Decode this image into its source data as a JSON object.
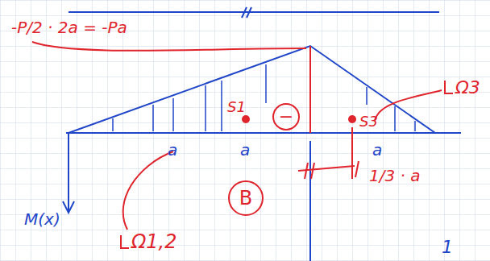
{
  "diagram": {
    "nodes": [
      {
        "text": [
          "−"
        ]
      },
      {
        "text": [
          "B"
        ]
      }
    ],
    "labels": [
      "-P/2 · 2a = -Pa",
      "Ω3",
      "S1",
      "S3",
      "a",
      "a",
      "a",
      "1/3 · a",
      "M(x)",
      "Ω1,2",
      "1"
    ]
  }
}
